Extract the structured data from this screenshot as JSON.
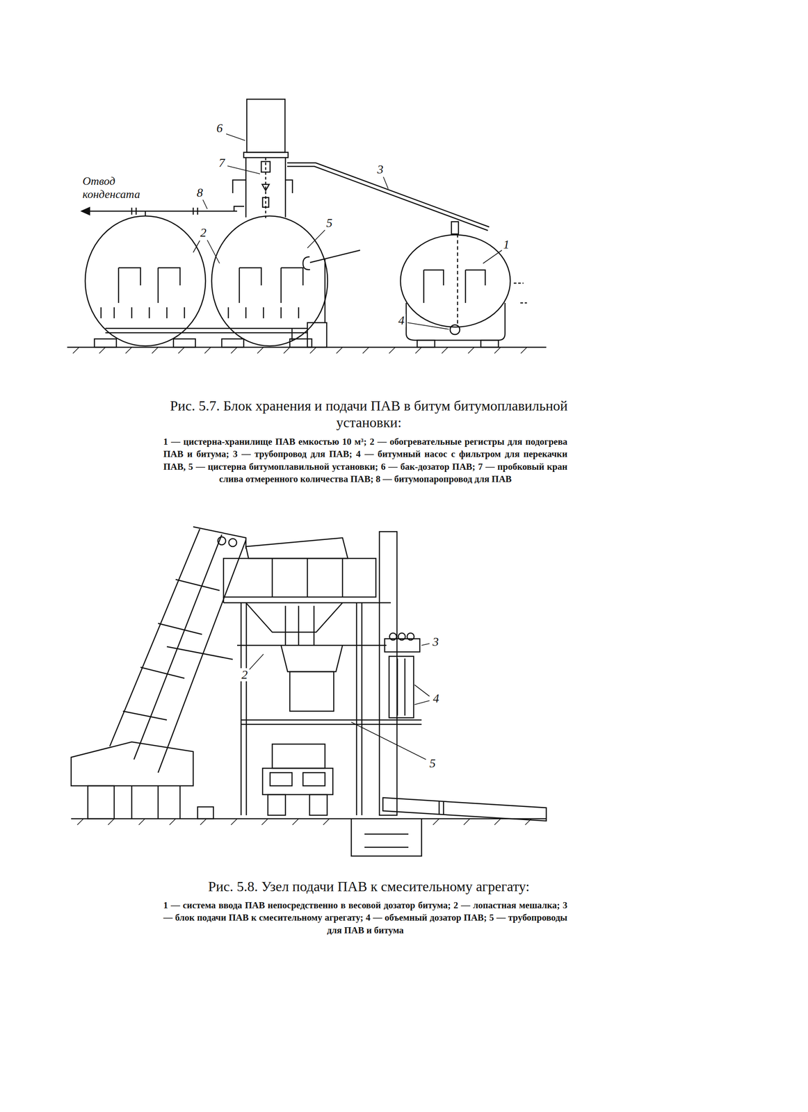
{
  "diagram": {
    "labels": [
      "6",
      "7",
      "3",
      "Отвод конденсата",
      "8",
      "2",
      "5",
      "1",
      "4",
      "Рис. 5.7. Блок хранения и подачи ПАВ в битум битумоплавильной установки:",
      "1 — цистерна-хранилище ПАВ емкостью 10 м³; 2 — обогревательные регистры для подогрева ПАВ и битума; 3 — трубопровод для ПАВ; 4 — битумный насос с фильтром для перекачки ПАВ, 5 — цистерна битумоплавильной установки; 6 — бак-дозатор ПАВ; 7 — пробковый кран слива отмеренного количества ПАВ; 8 — битумопаропровод для ПАВ",
      "3",
      "2",
      "4",
      "5",
      "Рис. 5.8. Узел подачи ПАВ к смесительному агрегату:",
      "1 — система ввода ПАВ непосредственно в весовой дозатор битума; 2 — лопастная мешалка; 3 — блок подачи ПАВ к смесительному агрегату; 4 — объемный дозатор ПАВ; 5 — трубопроводы для ПАВ и битума"
    ]
  }
}
